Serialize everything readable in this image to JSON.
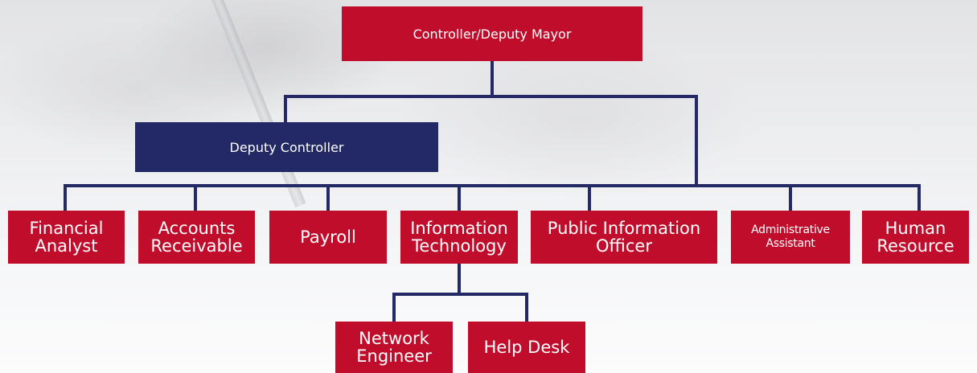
{
  "colors": {
    "box_red": "#c00d2c",
    "box_navy": "#222965",
    "connector": "#222965"
  },
  "org_chart": {
    "top": {
      "label": "Controller/Deputy Mayor"
    },
    "deputy": {
      "label": "Deputy Controller"
    },
    "departments": [
      {
        "label": "Financial\nAnalyst"
      },
      {
        "label": "Accounts\nReceivable"
      },
      {
        "label": "Payroll"
      },
      {
        "label": "Information\nTechnology"
      },
      {
        "label": "Public Information\nOfficer"
      },
      {
        "label": "Administrative\nAssistant"
      },
      {
        "label": "Human\nResource"
      }
    ],
    "it_sub": [
      {
        "label": "Network\nEngineer"
      },
      {
        "label": "Help Desk"
      }
    ]
  }
}
